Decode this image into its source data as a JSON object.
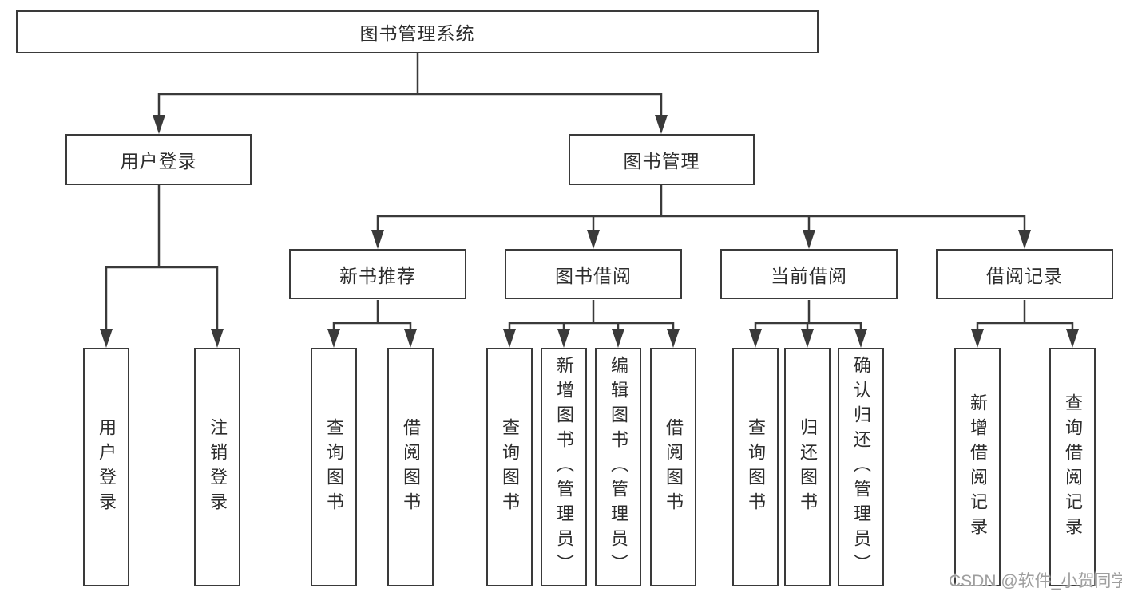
{
  "watermark": "CSDN @软件_小贺同学",
  "nodes": {
    "root": "图书管理系统",
    "user_login": "用户登录",
    "book_management": "图书管理",
    "new_book_recommend": "新书推荐",
    "book_borrowing": "图书借阅",
    "current_borrowing": "当前借阅",
    "borrowing_records": "借阅记录",
    "leaves": {
      "user_login_leaf": "用户登录",
      "logout": "注销登录",
      "nb_query": "查询图书",
      "nb_borrow": "借阅图书",
      "bb_query": "查询图书",
      "bb_add": "新增图书（管理员）",
      "bb_edit": "编辑图书（管理员）",
      "bb_borrow": "借阅图书",
      "cb_query": "查询图书",
      "cb_return": "归还图书",
      "cb_confirm": "确认归还（管理员）",
      "br_add": "新增借阅记录",
      "br_query": "查询借阅记录"
    }
  }
}
